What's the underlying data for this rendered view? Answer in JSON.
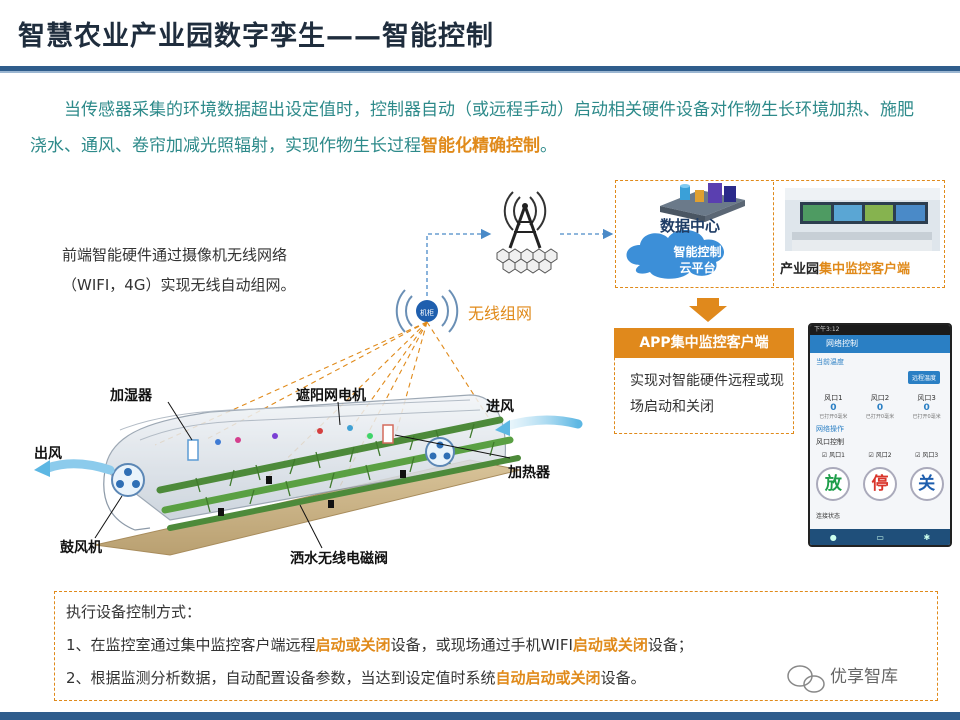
{
  "title": "智慧农业产业园数字孪生——智能控制",
  "intro": {
    "part1": "当传感器采集的环境数据超出设定值时，控制器自动（或远程手动）启动相关硬件设备对作物生长环境加热、施肥浇水、通风、卷帘加减光照辐射，实现作物生长过程",
    "highlight": "智能化精确控制",
    "end": "。"
  },
  "frontend_desc": {
    "line1": "前端智能硬件通过摄像机无线网络",
    "line2": "（WIFI，4G）实现无线自动组网。"
  },
  "wireless_label": "无线组网",
  "wireless_icon_text": "机柜",
  "greenhouse_labels": {
    "humidifier": "加湿器",
    "shade_motor": "遮阳网电机",
    "air_in": "进风",
    "air_out": "出风",
    "heater": "加热器",
    "blower": "鼓风机",
    "sprinkler_valve": "洒水无线电磁阀"
  },
  "data_center": {
    "title": "数据中心",
    "cloud_line1": "智能控制",
    "cloud_line2": "云平台"
  },
  "park_client": {
    "prefix": "产业园",
    "highlight": "集中监控客户端"
  },
  "app_client": {
    "title": "APP集中监控客户端",
    "desc": "实现对智能硬件远程或现场启动和关闭"
  },
  "phone": {
    "status_time": "下午3:12",
    "header": "网络控制",
    "section1": "当前温度",
    "button": "远程温度",
    "vents": [
      {
        "name": "风口1",
        "value": "0",
        "unit": "已打开0毫米"
      },
      {
        "name": "风口2",
        "value": "0",
        "unit": "已打开0毫米"
      },
      {
        "name": "风口3",
        "value": "0",
        "unit": "已打开0毫米"
      }
    ],
    "section2": "网络操作",
    "vent_control": "风口控制",
    "checks": [
      "风口1",
      "风口2",
      "风口3"
    ],
    "actions": [
      {
        "label": "放",
        "color": "#1e9e4a"
      },
      {
        "label": "停",
        "color": "#d9352b"
      },
      {
        "label": "关",
        "color": "#1f5fae"
      }
    ],
    "link_status": "连接状态"
  },
  "exec": {
    "heading": "执行设备控制方式：",
    "line1_a": "1、在监控室通过集中监控客户端远程",
    "line1_em1": "启动或关闭",
    "line1_b": "设备，或现场通过手机WIFI",
    "line1_em2": "启动或关闭",
    "line1_c": "设备；",
    "line2_a": "2、根据监测分析数据，自动配置设备参数，当达到设定值时系统",
    "line2_em": "自动启动或关闭",
    "line2_b": "设备。"
  },
  "watermark": "优享智库"
}
